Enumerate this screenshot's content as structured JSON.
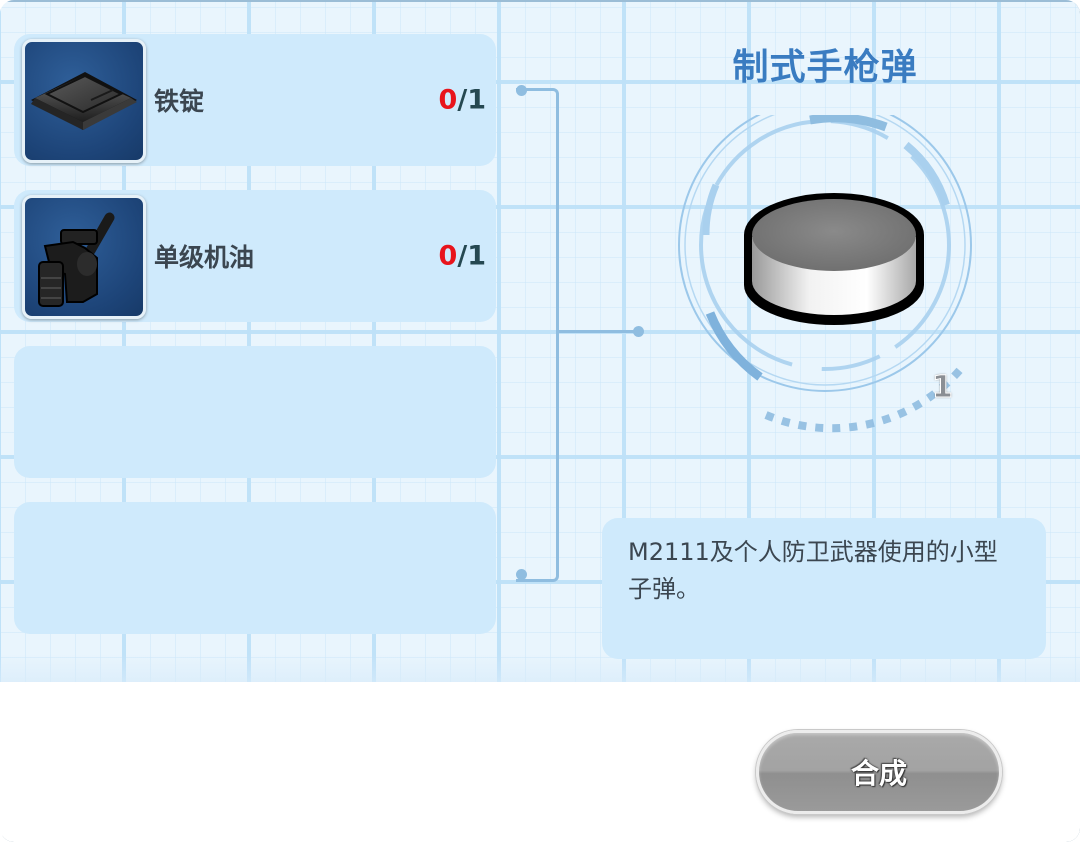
{
  "recipe": {
    "ingredients": [
      {
        "name": "铁锭",
        "have": "0",
        "need": "/1",
        "icon": "iron-ingot-icon"
      },
      {
        "name": "单级机油",
        "have": "0",
        "need": "/1",
        "icon": "oil-can-icon"
      },
      {
        "name": "",
        "have": "",
        "need": "",
        "icon": ""
      },
      {
        "name": "",
        "have": "",
        "need": "",
        "icon": ""
      }
    ]
  },
  "result": {
    "title": "制式手枪弹",
    "icon": "pistol-ammo-icon",
    "quantity": "1",
    "description": "M2111及个人防卫武器使用的小型子弹。"
  },
  "actions": {
    "craft_label": "合成"
  },
  "colors": {
    "title": "#3a7cc1",
    "insufficient": "#e8141c",
    "slot_bg": "#cfeafc",
    "connector": "#8fbde0"
  }
}
